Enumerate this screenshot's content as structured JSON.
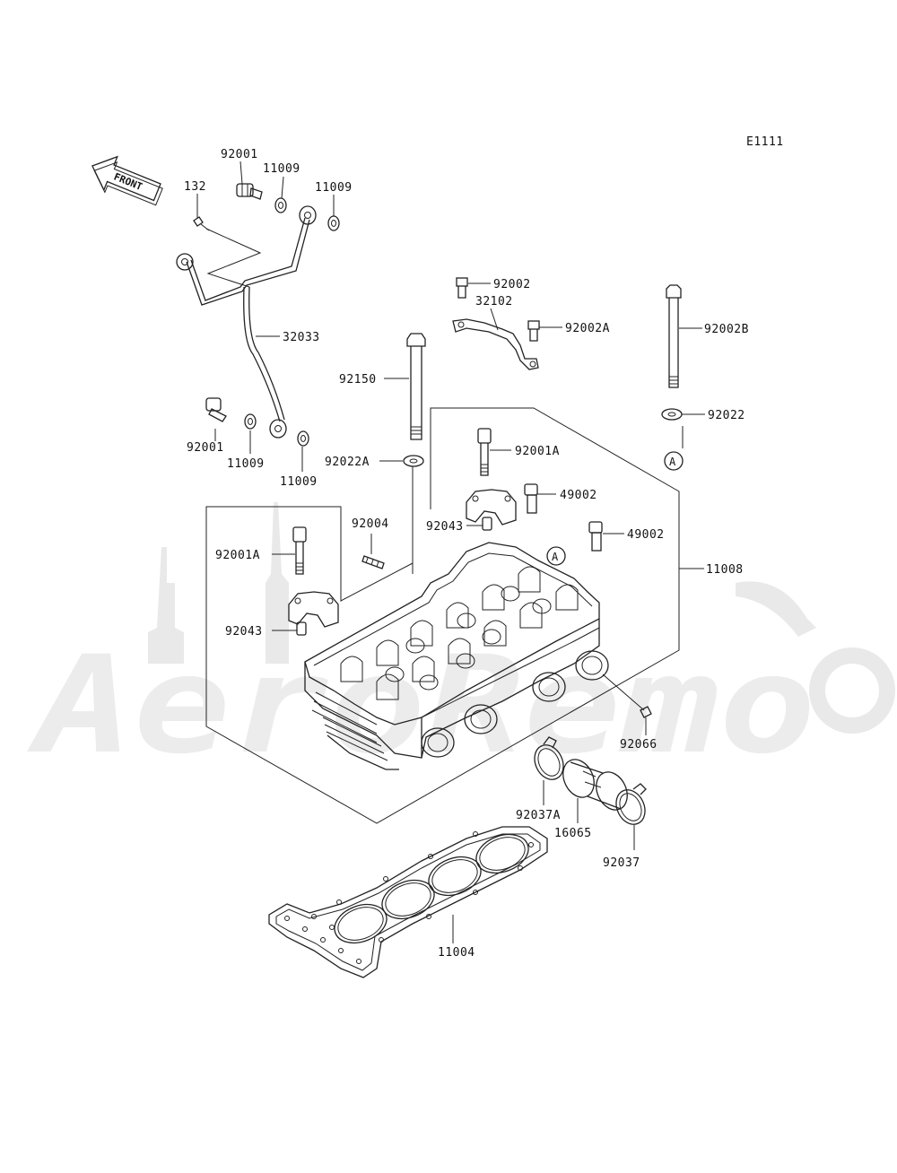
{
  "diagram_code": "E1111",
  "front_arrow_text": "FRONT",
  "watermark_text": "AeroRemo",
  "callout_letter": "A",
  "labels": {
    "l_92001_top": "92001",
    "l_11009_a": "11009",
    "l_132": "132",
    "l_11009_b": "11009",
    "l_92002": "92002",
    "l_32102": "32102",
    "l_92002A": "92002A",
    "l_32033": "32033",
    "l_92002B": "92002B",
    "l_92150": "92150",
    "l_92022": "92022",
    "l_92001_mid": "92001",
    "l_11009_c": "11009",
    "l_11009_d": "11009",
    "l_92022A": "92022A",
    "l_92001A_top": "92001A",
    "l_49002_a": "49002",
    "l_92004": "92004",
    "l_92043_top": "92043",
    "l_49002_b": "49002",
    "l_92001A_left": "92001A",
    "l_11008": "11008",
    "l_92043_left": "92043",
    "l_92066": "92066",
    "l_92037A": "92037A",
    "l_16065": "16065",
    "l_92037": "92037",
    "l_11004": "11004"
  }
}
